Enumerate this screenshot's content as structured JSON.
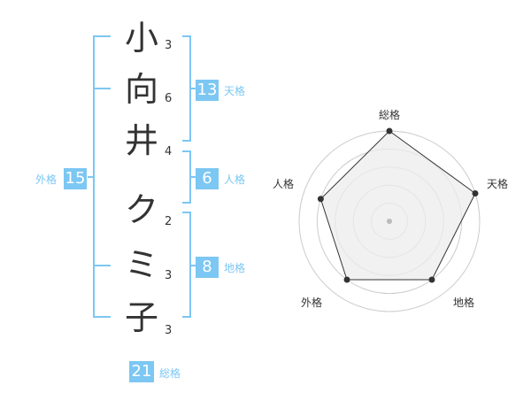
{
  "name": {
    "chars": [
      {
        "char": "小",
        "strokes": "3"
      },
      {
        "char": "向",
        "strokes": "6"
      },
      {
        "char": "井",
        "strokes": "4"
      },
      {
        "char": "ク",
        "strokes": "2"
      },
      {
        "char": "ミ",
        "strokes": "3"
      },
      {
        "char": "子",
        "strokes": "3"
      }
    ]
  },
  "kakusu": {
    "tenkaku": {
      "value": "13",
      "label": "天格"
    },
    "jinkaku": {
      "value": "6",
      "label": "人格"
    },
    "chikaku": {
      "value": "8",
      "label": "地格"
    },
    "gaikaku": {
      "value": "15",
      "label": "外格"
    },
    "soukaku": {
      "value": "21",
      "label": "総格"
    }
  },
  "chart_data": {
    "type": "radar",
    "axes": [
      "総格",
      "天格",
      "地格",
      "外格",
      "人格"
    ],
    "values": [
      1.0,
      1.0,
      0.8,
      0.8,
      0.8
    ],
    "max": 1.0,
    "rings": 5,
    "colors": {
      "fill": "#ececec",
      "stroke": "#333333",
      "ring": "#cccccc",
      "accent": "#7cc7f3"
    }
  }
}
